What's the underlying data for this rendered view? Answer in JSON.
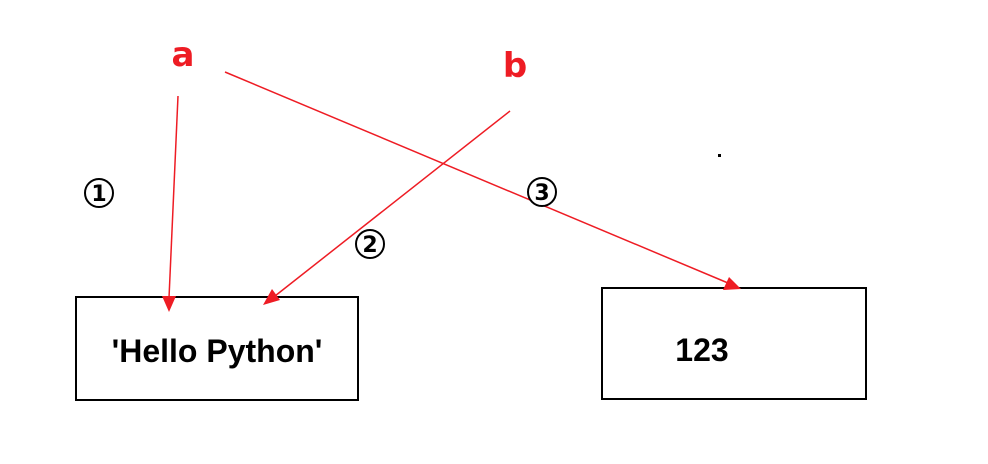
{
  "variables": {
    "a": {
      "label": "a"
    },
    "b": {
      "label": "b"
    }
  },
  "values": {
    "string_object": {
      "label": "'Hello Python'"
    },
    "int_object": {
      "label": "123"
    }
  },
  "steps": [
    {
      "label": "1"
    },
    {
      "label": "2"
    },
    {
      "label": "3"
    }
  ],
  "colors": {
    "arrow": "#ee1c24",
    "variable_text": "#ee1c24",
    "box_border": "#000000",
    "text": "#000000"
  }
}
